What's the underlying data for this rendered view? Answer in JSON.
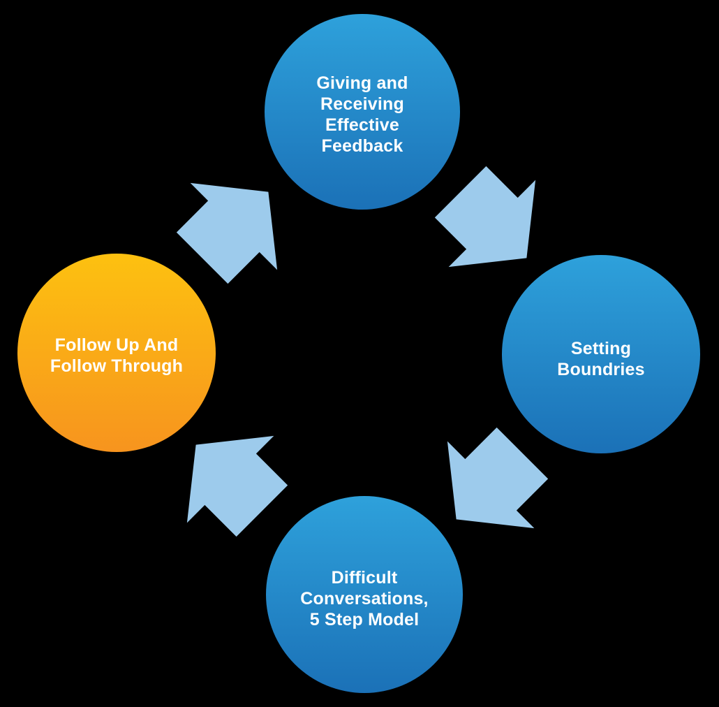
{
  "diagram": {
    "type": "cycle",
    "flow_direction": "clockwise",
    "background_color": "#000000",
    "arrow_color": "#9DCBEC",
    "node_text_color": "#FFFFFF",
    "blue_gradient": {
      "top": "#2EA1DB",
      "bottom": "#1B71B7"
    },
    "orange_gradient": {
      "top": "#FDC110",
      "bottom": "#F7941E"
    },
    "nodes": {
      "top": {
        "label": "Giving and\nReceiving\nEffective\nFeedback",
        "color_theme": "blue"
      },
      "right": {
        "label": "Setting\nBoundries",
        "color_theme": "blue"
      },
      "bottom": {
        "label": "Difficult\nConversations,\n5 Step Model",
        "color_theme": "blue"
      },
      "left": {
        "label": "Follow Up And\nFollow Through",
        "color_theme": "orange"
      }
    }
  }
}
